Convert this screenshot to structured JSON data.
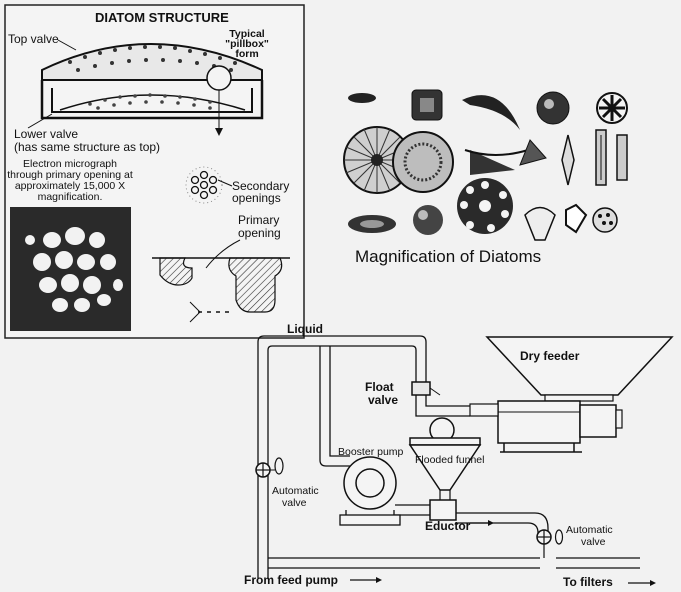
{
  "diatom_structure": {
    "title": "DIATOM STRUCTURE",
    "top_valve": "Top valve",
    "typical_form": [
      "Typical",
      "\"pillbox\"",
      "form"
    ],
    "lower_valve": [
      "Lower valve",
      "(has same  structure as top)"
    ],
    "micrograph_caption": [
      "Electron micrograph",
      "through primary opening at",
      "approximately 15,000 X",
      "magnification."
    ],
    "secondary_openings": [
      "Secondary",
      "openings"
    ],
    "primary_opening": [
      "Primary",
      "opening"
    ]
  },
  "diatom_gallery": {
    "caption": "Magnification of Diatoms"
  },
  "feed_system": {
    "liquid": "Liquid",
    "dry_feeder": "Dry feeder",
    "float_valve": [
      "Float",
      "valve"
    ],
    "booster_pump": "Booster pump",
    "flooded_funnel": "Flooded funnel",
    "automatic_valve_left": [
      "Automatic",
      "valve"
    ],
    "eductor": "Eductor",
    "automatic_valve_right": [
      "Automatic",
      "valve"
    ],
    "from_feed_pump": "From feed pump",
    "to_filters": "To filters"
  }
}
